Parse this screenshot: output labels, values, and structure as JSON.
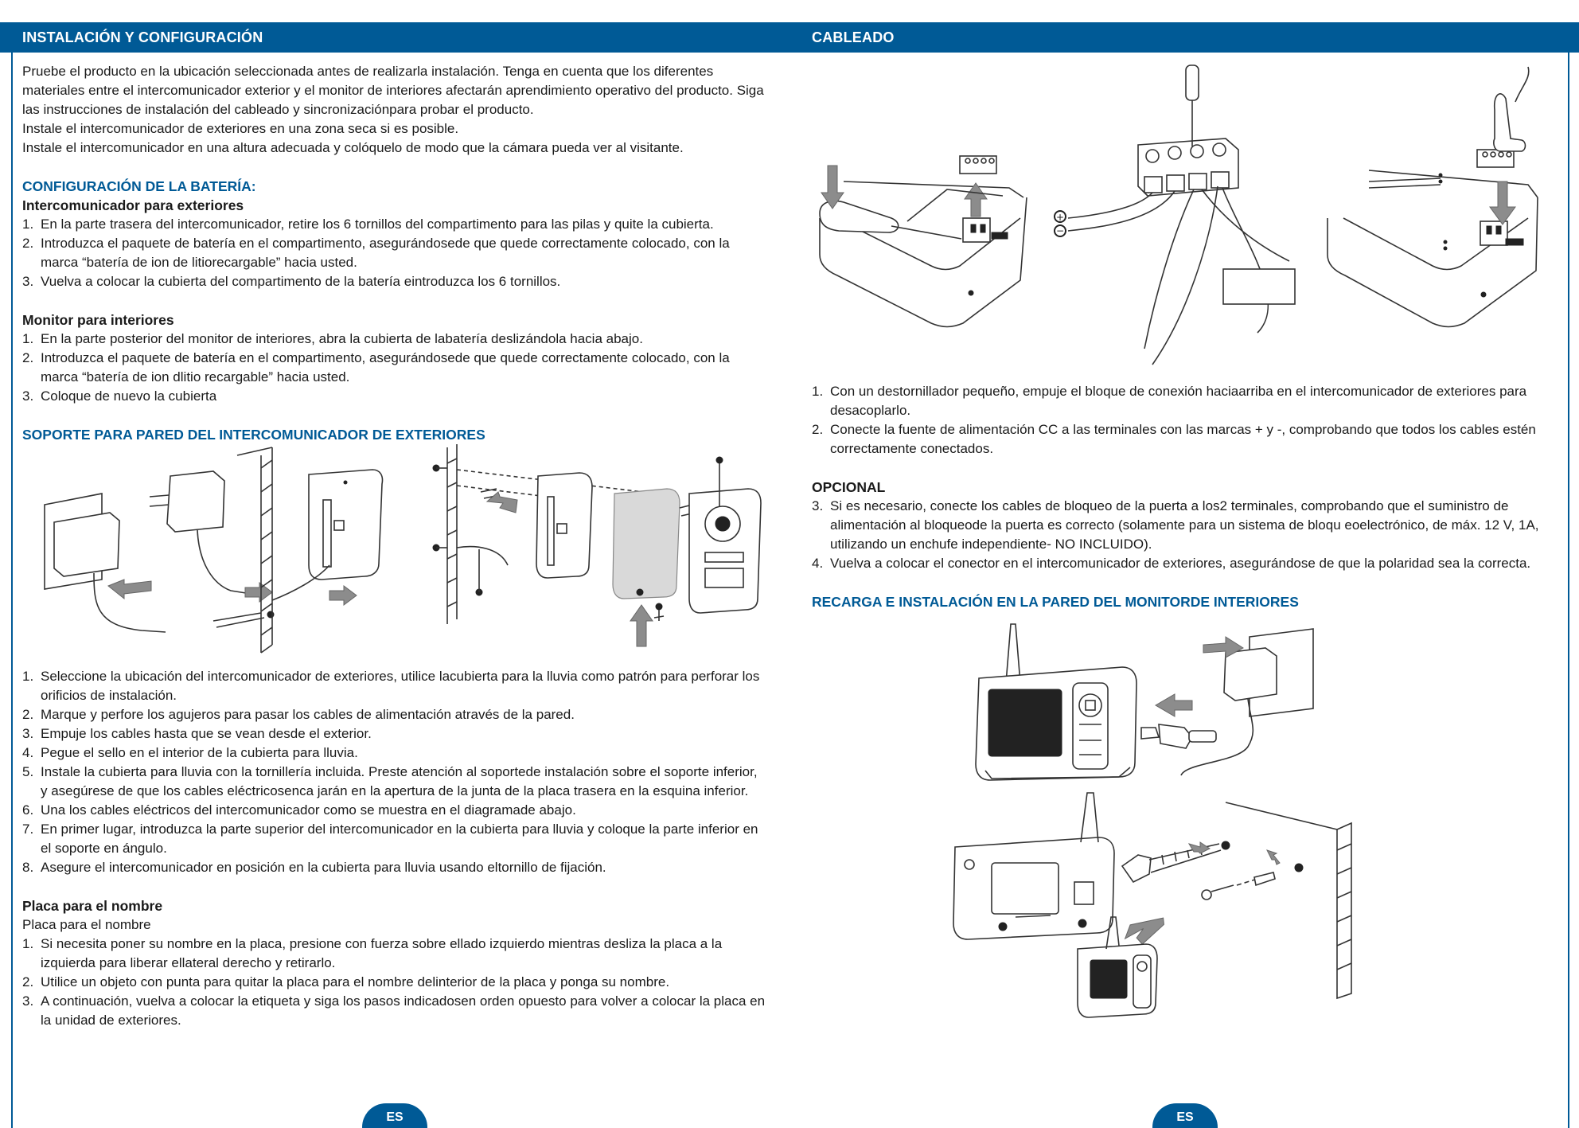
{
  "header": {
    "left_title": "INSTALACIÓN Y CONFIGURACIÓN",
    "right_title": "CABLEADO"
  },
  "left": {
    "intro": [
      "Pruebe el producto en la ubicación seleccionada antes de realizarla instalación. Tenga en cuenta que los diferentes materiales entre el intercomunicador exterior y el monitor de interiores afectarán aprendimiento operativo del producto. Siga las instrucciones de instalación del cableado y sincronizaciónpara probar el producto.",
      "Instale el intercomunicador de exteriores en una zona seca si es posible.",
      "Instale el intercomunicador en una altura adecuada y colóquelo de modo que la cámara pueda ver al visitante."
    ],
    "battery": {
      "heading": "CONFIGURACIÓN DE LA BATERÍA:",
      "outdoor_heading": "Intercomunicador para exteriores",
      "outdoor_steps": [
        {
          "n": "1.",
          "text": "En la parte trasera del intercomunicador, retire los 6 tornillos del compartimento para las pilas y quite la cubierta."
        },
        {
          "n": "2.",
          "text": "Introduzca el paquete de batería en el compartimento, asegurándosede que quede correctamente colocado, con la marca “batería de ion de litiorecargable” hacia usted."
        },
        {
          "n": "3.",
          "text": "Vuelva a colocar la cubierta del compartimento de la batería eintroduzca los 6 tornillos."
        }
      ],
      "indoor_heading": "Monitor para interiores",
      "indoor_steps": [
        {
          "n": "1.",
          "text": "En la parte posterior del monitor de interiores, abra la cubierta de labatería deslizándola hacia abajo."
        },
        {
          "n": "2.",
          "text": "Introduzca el paquete de batería en el compartimento, asegurándosede que quede correctamente colocado, con la marca “batería de ion dlitio recargable” hacia usted."
        },
        {
          "n": "3.",
          "text": "Coloque de nuevo la cubierta"
        }
      ]
    },
    "wall_mount": {
      "heading": "SOPORTE PARA PARED DEL INTERCOMUNICADOR DE EXTERIORES",
      "steps": [
        {
          "n": "1.",
          "text": "Seleccione la ubicación del intercomunicador de exteriores, utilice lacubierta para la lluvia como patrón para perforar los orificios de instalación."
        },
        {
          "n": "2.",
          "text": "Marque y perfore los agujeros para pasar los cables de alimentación através de la pared."
        },
        {
          "n": "3.",
          "text": "Empuje los cables hasta que se vean desde el exterior."
        },
        {
          "n": "4.",
          "text": "Pegue el sello en el interior de la cubierta para lluvia."
        },
        {
          "n": "5.",
          "text": "Instale la cubierta para lluvia con la tornillería incluida. Preste atención al soportede instalación sobre el soporte inferior, y asegúrese de que los cables eléctricosenca jarán en la apertura de la junta de la placa trasera en la esquina inferior."
        },
        {
          "n": "6.",
          "text": "Una los cables eléctricos del intercomunicador como se muestra en el diagramade abajo."
        },
        {
          "n": "7.",
          "text": "En primer lugar, introduzca la parte superior del intercomunicador en la cubierta para lluvia y coloque la parte inferior en el soporte en ángulo."
        },
        {
          "n": "8.",
          "text": "Asegure el intercomunicador en posición en la cubierta para lluvia usando eltornillo de fijación."
        }
      ]
    },
    "nameplate": {
      "heading": "Placa para el nombre",
      "subheading": "Placa para el nombre",
      "steps": [
        {
          "n": "1.",
          "text": "Si necesita poner su nombre en la placa, presione con fuerza sobre ellado izquierdo mientras desliza la placa a la izquierda para liberar ellateral derecho y retirarlo."
        },
        {
          "n": "2.",
          "text": "Utilice un objeto con punta para quitar la placa para el nombre delinterior de la placa y ponga su nombre."
        },
        {
          "n": "3.",
          "text": "A continuación, vuelva a colocar la etiqueta y siga los pasos indicadosen orden opuesto para volver a colocar la placa en la unidad de exteriores."
        }
      ]
    },
    "page_badge": "ES"
  },
  "right": {
    "wiring_steps": [
      {
        "n": "1.",
        "text": "Con un destornillador pequeño, empuje el bloque de conexión haciaarriba en el intercomunicador de exteriores para desacoplarlo."
      },
      {
        "n": "2.",
        "text": "Conecte la fuente de alimentación CC a las terminales con las marcas + y -, comprobando que todos los cables estén correctamente conectados."
      }
    ],
    "optional": {
      "heading": "OPCIONAL",
      "steps": [
        {
          "n": "3.",
          "text": "Si es necesario, conecte los cables de bloqueo de la puerta a los2 terminales, comprobando que el suministro de alimentación al bloqueode la puerta es correcto (solamente para un sistema de bloqu eoelectrónico, de máx. 12 V, 1A, utilizando un enchufe independiente- NO INCLUIDO)."
        },
        {
          "n": "4.",
          "text": " Vuelva a colocar el conector en el intercomunicador de exteriores, asegurándose de que la polaridad sea la correcta."
        }
      ]
    },
    "recharge": {
      "heading": "RECARGA E INSTALACIÓN EN LA PARED DEL MONITORDE INTERIORES"
    },
    "page_badge": "ES"
  }
}
